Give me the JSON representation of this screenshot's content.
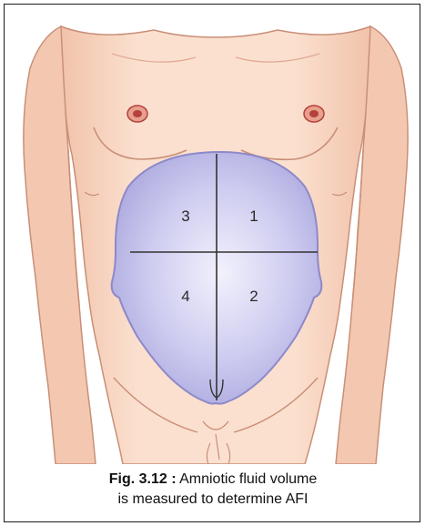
{
  "figure": {
    "quadrant_labels": [
      "3",
      "1",
      "4",
      "2"
    ],
    "caption_label": "Fig. 3.12 :",
    "caption_line1": "Amniotic fluid volume",
    "caption_line2": "is measured to determine AFI",
    "colors": {
      "skin": "#f8d6c2",
      "skin_outline": "#c98f78",
      "uterus": "#c1c0ea",
      "uterus_outline": "#8d89c9",
      "nipple": "#b5413c",
      "divider": "#333333"
    }
  }
}
